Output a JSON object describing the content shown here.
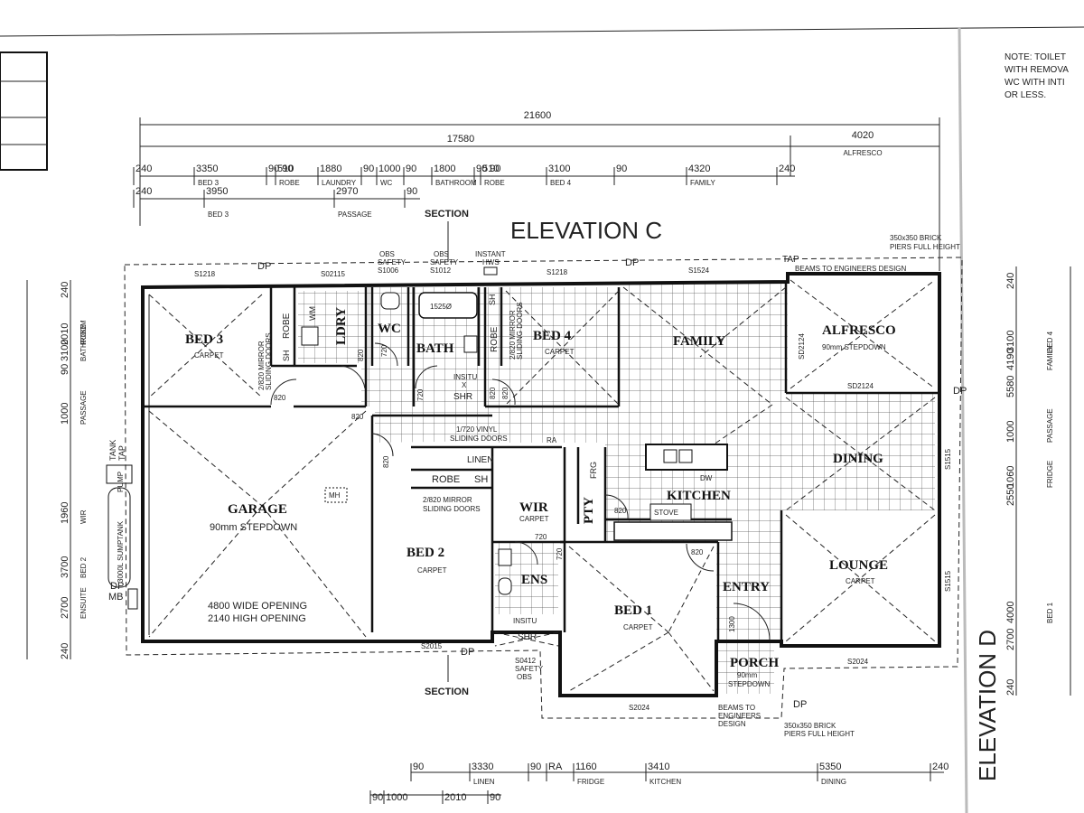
{
  "note": {
    "lines": [
      "NOTE: TOILET",
      "WITH REMOVA",
      "WC WITH INTI",
      "OR LESS."
    ]
  },
  "elevations": {
    "top": "ELEVATION C",
    "right": "ELEVATION D"
  },
  "section": "SECTION",
  "top_dims": {
    "overall": "21600",
    "house": "17580",
    "alfresco": "4020",
    "alfresco_label": "ALFRESCO",
    "row1": [
      {
        "v": "240",
        "l": ""
      },
      {
        "v": "3350",
        "l": "BED 3"
      },
      {
        "v": "90 90",
        "l": ""
      },
      {
        "v": "510",
        "l": "ROBE"
      },
      {
        "v": "1880",
        "l": "LAUNDRY"
      },
      {
        "v": "90",
        "l": ""
      },
      {
        "v": "1000",
        "l": "WC"
      },
      {
        "v": "90",
        "l": ""
      },
      {
        "v": "1800",
        "l": "BATHROOM"
      },
      {
        "v": "90 90",
        "l": ""
      },
      {
        "v": "510",
        "l": "ROBE"
      },
      {
        "v": "3100",
        "l": "BED 4"
      },
      {
        "v": "90",
        "l": ""
      },
      {
        "v": "4320",
        "l": "FAMILY"
      },
      {
        "v": "240",
        "l": ""
      }
    ],
    "row2": [
      {
        "v": "240",
        "l": ""
      },
      {
        "v": "3950",
        "l": "BED 3"
      },
      {
        "v": "2970",
        "l": "PASSAGE"
      },
      {
        "v": "90",
        "l": ""
      }
    ]
  },
  "bottom_dims": {
    "row1": [
      {
        "v": "90",
        "l": ""
      },
      {
        "v": "3330",
        "l": "LINEN"
      },
      {
        "v": "90",
        "l": ""
      },
      {
        "v": "1160",
        "l": "FRIDGE"
      },
      {
        "v": "RA",
        "l": ""
      },
      {
        "v": "3410",
        "l": "KITCHEN"
      },
      {
        "v": "5350",
        "l": "DINING"
      },
      {
        "v": "240",
        "l": ""
      }
    ],
    "row2": [
      {
        "v": "90",
        "l": ""
      },
      {
        "v": "1000",
        "l": ""
      },
      {
        "v": "2010",
        "l": ""
      },
      {
        "v": "90",
        "l": ""
      }
    ]
  },
  "left_dims": [
    {
      "v": "240",
      "l": ""
    },
    {
      "v": "3100",
      "l": "BATHROOM"
    },
    {
      "v": "2010",
      "l": "ROBE"
    },
    {
      "v": "90",
      "l": ""
    },
    {
      "v": "1000",
      "l": "PASSAGE"
    },
    {
      "v": "1960",
      "l": "WIR"
    },
    {
      "v": "3700",
      "l": "BED 2"
    },
    {
      "v": "2700",
      "l": "ENSUITE"
    },
    {
      "v": "240",
      "l": ""
    }
  ],
  "right_dims": [
    {
      "v": "240",
      "l": ""
    },
    {
      "v": "3100",
      "l": "BED 4"
    },
    {
      "v": "4190",
      "l": "FAMILY"
    },
    {
      "v": "5580",
      "l": ""
    },
    {
      "v": "1000",
      "l": "PASSAGE"
    },
    {
      "v": "1060",
      "l": "FRIDGE"
    },
    {
      "v": "2550",
      "l": ""
    },
    {
      "v": "4000",
      "l": "BED 1"
    },
    {
      "v": "2700",
      "l": ""
    },
    {
      "v": "240",
      "l": ""
    }
  ],
  "rooms": {
    "bed3": {
      "name": "BED 3",
      "floor": "CARPET"
    },
    "bed4": {
      "name": "BED 4",
      "floor": "CARPET"
    },
    "family": {
      "name": "FAMILY"
    },
    "alfresco": {
      "name": "ALFRESCO",
      "floor": "90mm STEPDOWN"
    },
    "garage": {
      "name": "GARAGE",
      "floor": "90mm STEPDOWN",
      "mh": "MH",
      "opening1": "4800 WIDE OPENING",
      "opening2": "2140 HIGH OPENING"
    },
    "bed2": {
      "name": "BED 2",
      "floor": "CARPET"
    },
    "wir": {
      "name": "WIR",
      "floor": "CARPET"
    },
    "ens": {
      "name": "ENS"
    },
    "bed1": {
      "name": "BED 1",
      "floor": "CARPET"
    },
    "kitchen": {
      "name": "KITCHEN"
    },
    "dining": {
      "name": "DINING"
    },
    "lounge": {
      "name": "LOUNGE",
      "floor": "CARPET"
    },
    "entry": {
      "name": "ENTRY"
    },
    "porch": {
      "name": "PORCH",
      "floor": "90mm",
      "floor2": "STEPDOWN"
    },
    "ldry": {
      "name": "LDRY"
    },
    "wc": {
      "name": "WC"
    },
    "bath": {
      "name": "BATH"
    },
    "pty": {
      "name": "PTY"
    }
  },
  "labels": {
    "robe": "ROBE",
    "sh": "SH",
    "wm": "WM",
    "linen": "LINEN",
    "mirror1": "2/820 MIRROR",
    "mirror2": "SLIDING DOORS",
    "vinyl1": "1/720 VINYL",
    "vinyl2": "SLIDING DOORS",
    "insitu": "INSITU",
    "shr": "SHR",
    "x": "X",
    "frg": "FRG",
    "dw": "DW",
    "stove": "STOVE",
    "tank": "TANK",
    "tap": "TAP",
    "pump": "PUMP",
    "sumptank": "3000L SUMPTANK",
    "mb": "MB",
    "dp": "DP",
    "ra": "RA",
    "bath_size": "1525Ø",
    "obs1a": "OBS",
    "obs1b": "SAFETY",
    "obs1c": "S1006",
    "obs2a": "OBS",
    "obs2b": "SAFETY",
    "obs2c": "S1012",
    "hws1": "INSTANT",
    "hws2": "HWS",
    "beams": "BEAMS TO ENGINEERS DESIGN",
    "piers1": "350x350 BRICK",
    "piers2": "PIERS FULL HEIGHT",
    "beams_b1": "BEAMS TO",
    "beams_b2": "ENGINEERS",
    "beams_b3": "DESIGN",
    "piers_b1": "350x350 BRICK",
    "piers_b2": "PIERS FULL HEIGHT",
    "s0412a": "S0412",
    "s0412b": "SAFETY",
    "s0412c": "OBS"
  },
  "windows": {
    "w1": "S1218",
    "w2": "S02115",
    "w3": "S1218",
    "w4": "S1524",
    "w5": "SD2124",
    "w6": "SD2124",
    "w7": "S1515",
    "w8": "S1515",
    "w9": "S2015",
    "w10": "S2024",
    "w11": "S2024"
  },
  "doors": {
    "d1": "820",
    "d2": "820",
    "d3": "820",
    "d4": "820",
    "d5": "820",
    "d6": "820",
    "d7": "720",
    "d8": "720",
    "d9": "720",
    "d10": "720",
    "d11": "820",
    "d12": "820",
    "d13": "1300"
  }
}
